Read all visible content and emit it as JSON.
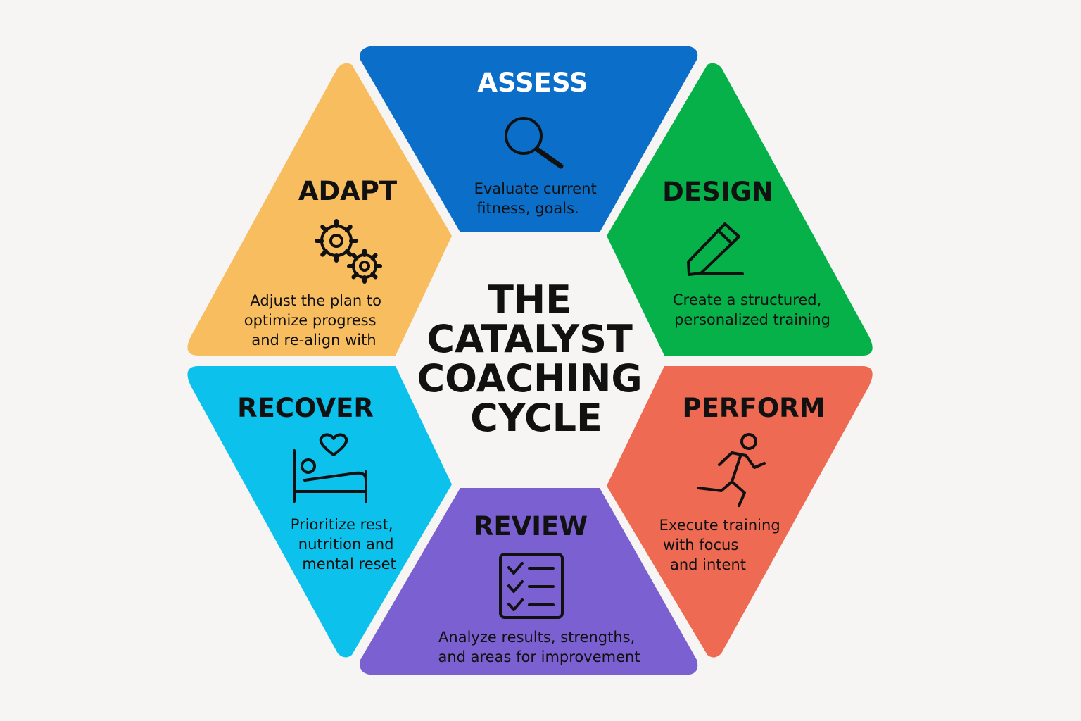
{
  "center": {
    "lines": [
      "THE",
      "CATALYST",
      "COACHING",
      "CYCLE"
    ]
  },
  "segments": {
    "assess": {
      "title": "ASSESS",
      "desc": [
        "Evaluate current",
        "fitness, goals."
      ],
      "color": "#0b6fca",
      "icon": "magnifier-icon"
    },
    "design": {
      "title": "DESIGN",
      "desc": [
        "Create a structured,",
        "personalized training"
      ],
      "color": "#06b14a",
      "icon": "pencil-icon"
    },
    "perform": {
      "title": "PERFORM",
      "desc": [
        "Execute training",
        "with focus",
        "and intent"
      ],
      "color": "#ef6a53",
      "icon": "runner-icon"
    },
    "review": {
      "title": "REVIEW",
      "desc": [
        "Analyze results, strengths,",
        "and areas for improvement"
      ],
      "color": "#7b60d2",
      "icon": "checklist-icon"
    },
    "recover": {
      "title": "RECOVER",
      "desc": [
        "Prioritize rest,",
        "nutrition and",
        "mental reset"
      ],
      "color": "#0cc2ec",
      "icon": "bed-heart-icon"
    },
    "adapt": {
      "title": "ADAPT",
      "desc": [
        "Adjust the plan to",
        "optimize progress",
        "and re-align with"
      ],
      "color": "#f7bd5e",
      "icon": "gears-icon"
    }
  }
}
